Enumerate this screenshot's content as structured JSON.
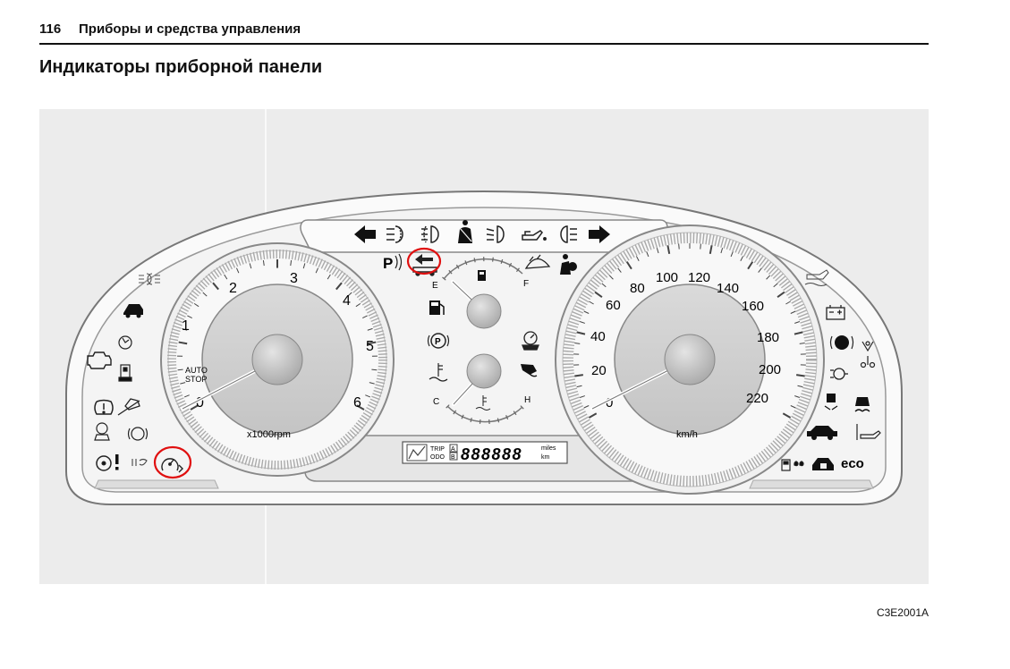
{
  "header": {
    "page_number": "116",
    "running_title": "Приборы и средства управления"
  },
  "section_title": "Индикаторы приборной панели",
  "figure_code": "C3E2001A",
  "tachometer": {
    "scale": [
      "0",
      "1",
      "2",
      "3",
      "4",
      "5",
      "6"
    ],
    "unit": "x1000rpm",
    "auto_stop_line1": "AUTO",
    "auto_stop_line2": "STOP"
  },
  "speedometer": {
    "scale": [
      "0",
      "20",
      "40",
      "60",
      "80",
      "100",
      "120",
      "140",
      "160",
      "180",
      "200",
      "220"
    ],
    "unit": "km/h"
  },
  "fuel_gauge": {
    "empty": "E",
    "full": "F"
  },
  "temp_gauge": {
    "cold": "C",
    "hot": "H"
  },
  "odometer": {
    "trip": "TRIP",
    "odo": "ODO",
    "a": "A",
    "b": "B",
    "digits": "888888",
    "miles": "miles",
    "km": "km"
  },
  "indicators": {
    "park_assist_letter": "P",
    "parking_brake_letter": "P",
    "eco": "eco"
  },
  "colors": {
    "highlight": "#e01010",
    "figure_bg": "#ececec",
    "panel": "#f4f4f4",
    "dial_face": "#d0d0d0"
  }
}
